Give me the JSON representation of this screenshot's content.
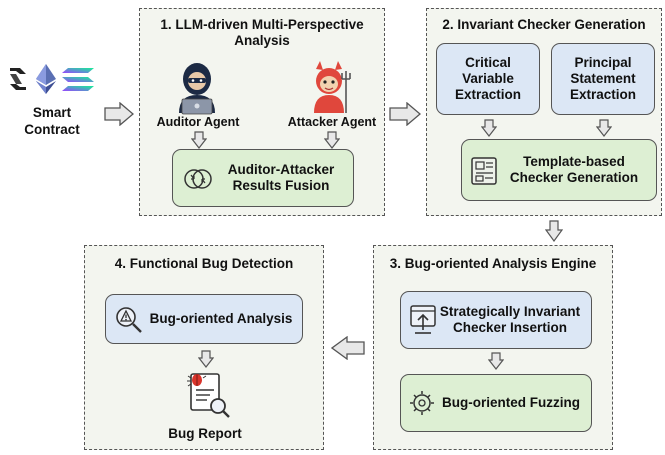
{
  "input": {
    "label_line1": "Smart",
    "label_line2": "Contract"
  },
  "panel1": {
    "title_line1": "1. LLM-driven Multi-Perspective",
    "title_line2": "Analysis",
    "auditor_label": "Auditor Agent",
    "attacker_label": "Attacker Agent",
    "fusion_line1": "Auditor-Attacker",
    "fusion_line2": "Results Fusion"
  },
  "panel2": {
    "title": "2. Invariant Checker Generation",
    "critical_line1": "Critical",
    "critical_line2": "Variable",
    "critical_line3": "Extraction",
    "principal_line1": "Principal",
    "principal_line2": "Statement",
    "principal_line3": "Extraction",
    "template_line1": "Template-based",
    "template_line2": "Checker Generation"
  },
  "panel3": {
    "title": "3. Bug-oriented Analysis Engine",
    "insertion_line1": "Strategically Invariant",
    "insertion_line2": "Checker Insertion",
    "fuzzing_label": "Bug-oriented Fuzzing"
  },
  "panel4": {
    "title": "4. Functional Bug Detection",
    "analysis_label": "Bug-oriented Analysis",
    "report_label": "Bug Report"
  }
}
